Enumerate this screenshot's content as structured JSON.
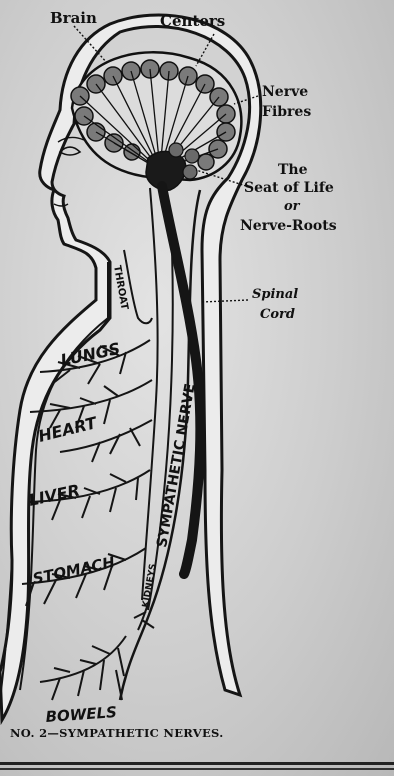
{
  "labels": {
    "brain": "Brain",
    "centers": "Centers",
    "nerve": "Nerve",
    "fibres": "Fibres",
    "the": "The",
    "seat_of_life": "Seat of Life",
    "or": "or",
    "nerve_roots": "Nerve-Roots",
    "spinal": "Spinal",
    "cord": "Cord",
    "throat": "THROAT",
    "lungs": "LUNGS",
    "heart": "HEART",
    "liver": "LIVER",
    "stomach": "STOMACH",
    "kidneys": "KIDNEYS",
    "bowels": "BOWELS",
    "sympathetic_nerve": "SYMPATHETIC NERVE"
  },
  "caption": "NO. 2—SYMPATHETIC NERVES."
}
